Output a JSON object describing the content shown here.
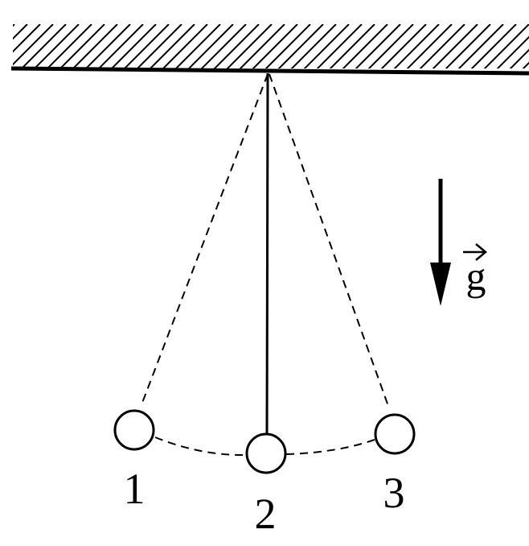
{
  "diagram": {
    "positions": [
      {
        "label": "1"
      },
      {
        "label": "2"
      },
      {
        "label": "3"
      }
    ],
    "gravity_symbol": "g",
    "icons": {
      "gravity_arrow": "down-arrow-icon",
      "vector_arrow": "vector-arrow-icon",
      "ceiling_hatch": "hatched-ceiling"
    },
    "colors": {
      "ink": "#000000",
      "background": "#ffffff"
    }
  }
}
